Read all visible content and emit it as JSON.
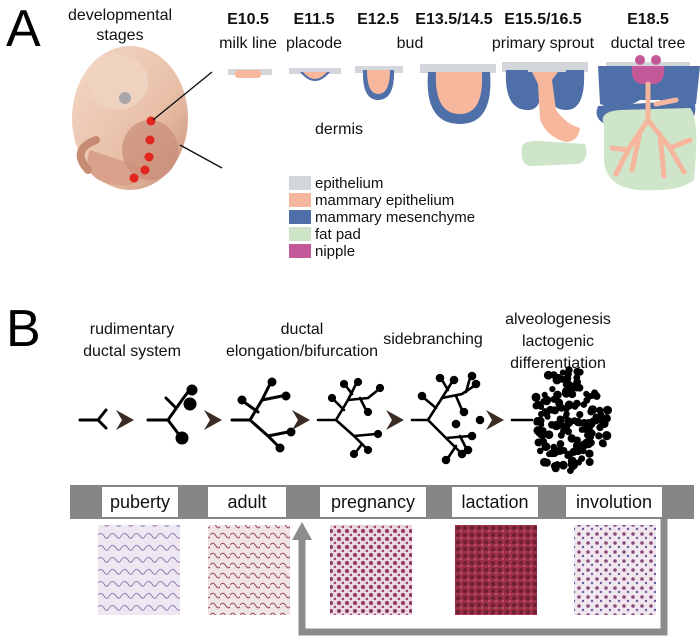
{
  "panel_a": {
    "letter": "A",
    "embryo_caption": [
      "developmental",
      "stages"
    ],
    "stages": [
      {
        "day": "E10.5",
        "name": "milk line"
      },
      {
        "day": "E11.5",
        "name": "placode"
      },
      {
        "day": "E12.5",
        "name": "bud"
      },
      {
        "day": "E13.5/14.5",
        "name": ""
      },
      {
        "day": "E15.5/16.5",
        "name": "primary sprout"
      },
      {
        "day": "E18.5",
        "name": "ductal tree"
      }
    ],
    "dermis_label": "dermis",
    "legend": [
      {
        "label": "epithelium",
        "color": "#d3d6da"
      },
      {
        "label": "mammary epithelium",
        "color": "#f7b79c"
      },
      {
        "label": "mammary mesenchyme",
        "color": "#4f6fa8"
      },
      {
        "label": "fat pad",
        "color": "#cfe5c9"
      },
      {
        "label": "nipple",
        "color": "#c4599a"
      }
    ]
  },
  "panel_b": {
    "letter": "B",
    "phases": [
      [
        "rudimentary",
        "ductal system"
      ],
      [
        "ductal",
        "elongation/bifurcation"
      ],
      [
        "sidebranching"
      ],
      [
        "alveologenesis",
        "lactogenic",
        "differentiation"
      ]
    ],
    "stage_boxes": [
      "puberty",
      "adult",
      "pregnancy",
      "lactation",
      "involution"
    ]
  }
}
